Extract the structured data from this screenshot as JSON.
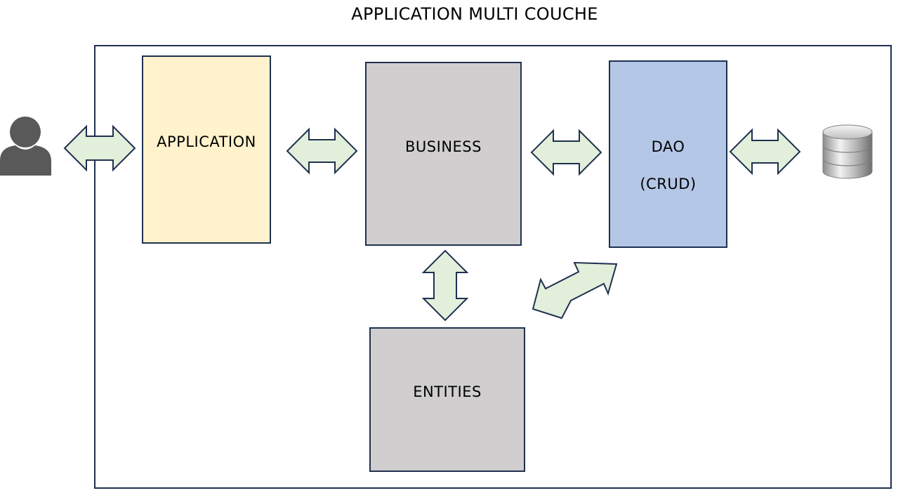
{
  "title": "APPLICATION MULTI COUCHE",
  "colors": {
    "application_fill": "#fff2cc",
    "business_fill": "#d0cece",
    "dao_fill": "#b4c7e7",
    "entities_fill": "#d0cece",
    "arrow_fill": "#e2efda",
    "stroke": "#1f3050",
    "user_icon": "#595959"
  },
  "layers": {
    "application": {
      "label": "APPLICATION"
    },
    "business": {
      "label": "BUSINESS"
    },
    "dao": {
      "label": "DAO",
      "sublabel": "(CRUD)"
    },
    "entities": {
      "label": "ENTITIES"
    }
  },
  "icons": {
    "user": "user-icon",
    "database": "database-icon"
  }
}
